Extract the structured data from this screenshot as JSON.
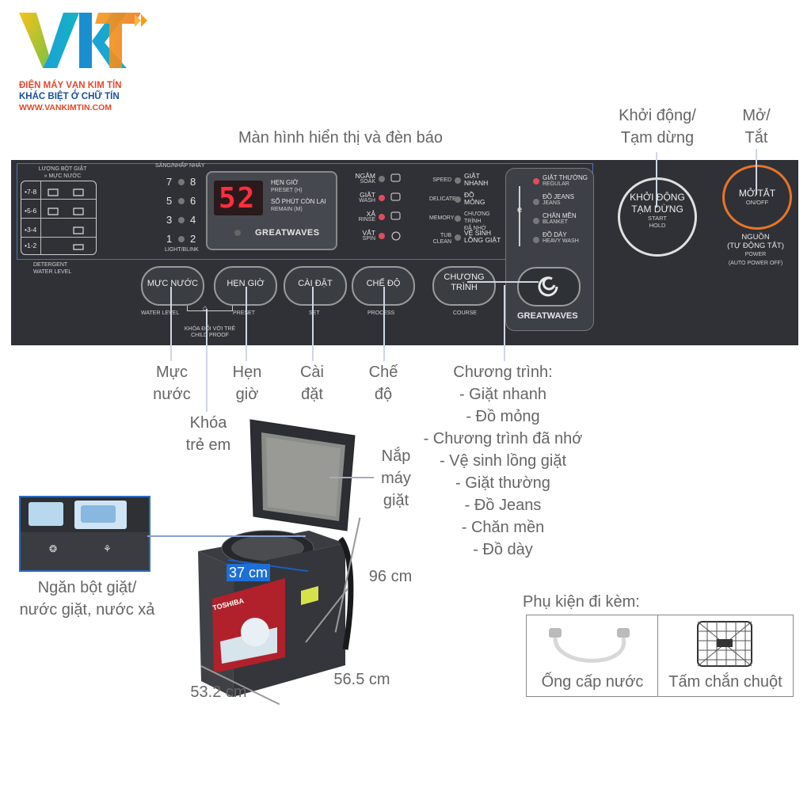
{
  "logo": {
    "mark": "VKT",
    "line1": "ĐIỆN MÁY VẠN KIM TÍN",
    "line2": "KHÁC BIỆT Ở CHỮ TÍN",
    "line3": "WWW.VANKIMTIN.COM",
    "color_primary": "#1aa0d8",
    "color_secondary": "#f39c1f"
  },
  "callouts": {
    "display": "Màn hình hiển thị và đèn báo",
    "start": [
      "Khởi động/",
      "Tạm dừng"
    ],
    "power": [
      "Mở/",
      "Tắt"
    ],
    "water": [
      "Mực",
      "nước"
    ],
    "preset": [
      "Hẹn",
      "giờ"
    ],
    "set": [
      "Cài",
      "đặt"
    ],
    "process": [
      "Chế",
      "độ"
    ],
    "child": [
      "Khóa",
      "trẻ em"
    ],
    "lid": [
      "Nắp",
      "máy",
      "giặt"
    ],
    "detergent": [
      "Ngăn bột giặt/",
      "nước giặt, nước xả"
    ],
    "course_title": "Chương trình:",
    "courses": [
      "- Giặt nhanh",
      "- Đồ mỏng",
      "- Chương trình đã nhớ",
      "- Vệ sinh lồng giặt",
      "- Giặt thường",
      "- Đồ Jeans",
      "- Chăn mền",
      "- Đồ dày"
    ]
  },
  "panel": {
    "detergent_title": [
      "LƯỢNG BỘT GIẶT",
      "» MỰC NƯỚC"
    ],
    "detergent_rows": [
      "•7-8",
      "•5-6",
      "•3-4",
      "•1-2"
    ],
    "detergent_foot": [
      "DETERGENT",
      "WATER LEVEL"
    ],
    "light_title": "SÁNG/NHẤP NHÁY",
    "light_rows": [
      [
        "7",
        "8"
      ],
      [
        "5",
        "6"
      ],
      [
        "3",
        "4"
      ],
      [
        "1",
        "2"
      ]
    ],
    "light_foot": "LIGHT/BLINK",
    "display_value": "52",
    "preset_label": [
      "HẸN GIỜ",
      "PRESET (H)"
    ],
    "remain_label": [
      "SỐ PHÚT CÒN LẠI",
      "REMAIN (M)"
    ],
    "brand": "GREATWAVES",
    "stages": [
      [
        "NGÂM",
        "SOAK"
      ],
      [
        "GIẶT",
        "WASH"
      ],
      [
        "XẢ",
        "RINSE"
      ],
      [
        "VẮT",
        "SPIN"
      ]
    ],
    "mid": [
      [
        "SPEED",
        "GIẶT",
        "NHANH"
      ],
      [
        "DELICATE",
        "ĐỒ",
        "MỎNG"
      ],
      [
        "MEMORY",
        "CHƯƠNG TRÌNH",
        "ĐÃ NHỚ"
      ],
      [
        "TUB CLEAN",
        "VỆ SINH",
        "LỒNG GIẶT"
      ]
    ],
    "right": [
      [
        "GIẶT THƯỜNG",
        "REGULAR"
      ],
      [
        "ĐỒ JEANS",
        "JEANS"
      ],
      [
        "CHĂN MỀN",
        "BLANKET"
      ],
      [
        "ĐỒ DÀY",
        "HEAVY WASH"
      ]
    ],
    "buttons": {
      "water": [
        "MỰC NƯỚC",
        "WATER LEVEL"
      ],
      "preset": [
        "HẸN GIỜ",
        "PRESET"
      ],
      "set": [
        "CÀI ĐẶT",
        "SET"
      ],
      "process": [
        "CHẾ ĐỘ",
        "PROCESS"
      ],
      "course": [
        "CHƯƠNG",
        "TRÌNH",
        "COURSE"
      ],
      "start": [
        "KHỞI ĐỘNG",
        "TẠM DỪNG",
        "START",
        "HOLD"
      ],
      "power": [
        "MỞ/TẮT",
        "ON/OFF"
      ]
    },
    "child_lock": [
      "KHÓA ĐỐI VỚI TRẺ",
      "CHILD PROOF"
    ],
    "power_label": [
      "NGUỒN",
      "(TỰ ĐỘNG TẮT)",
      "POWER",
      "(AUTO POWER OFF)"
    ]
  },
  "dimensions": {
    "opening": "37 cm",
    "height": "96 cm",
    "depth": "56.5 cm",
    "width": "53.2 cm"
  },
  "machine": {
    "brand": "TOSHIBA"
  },
  "accessories": {
    "title": "Phụ kiện đi kèm:",
    "items": [
      "Ống cấp nước",
      "Tấm chắn chuột"
    ]
  }
}
